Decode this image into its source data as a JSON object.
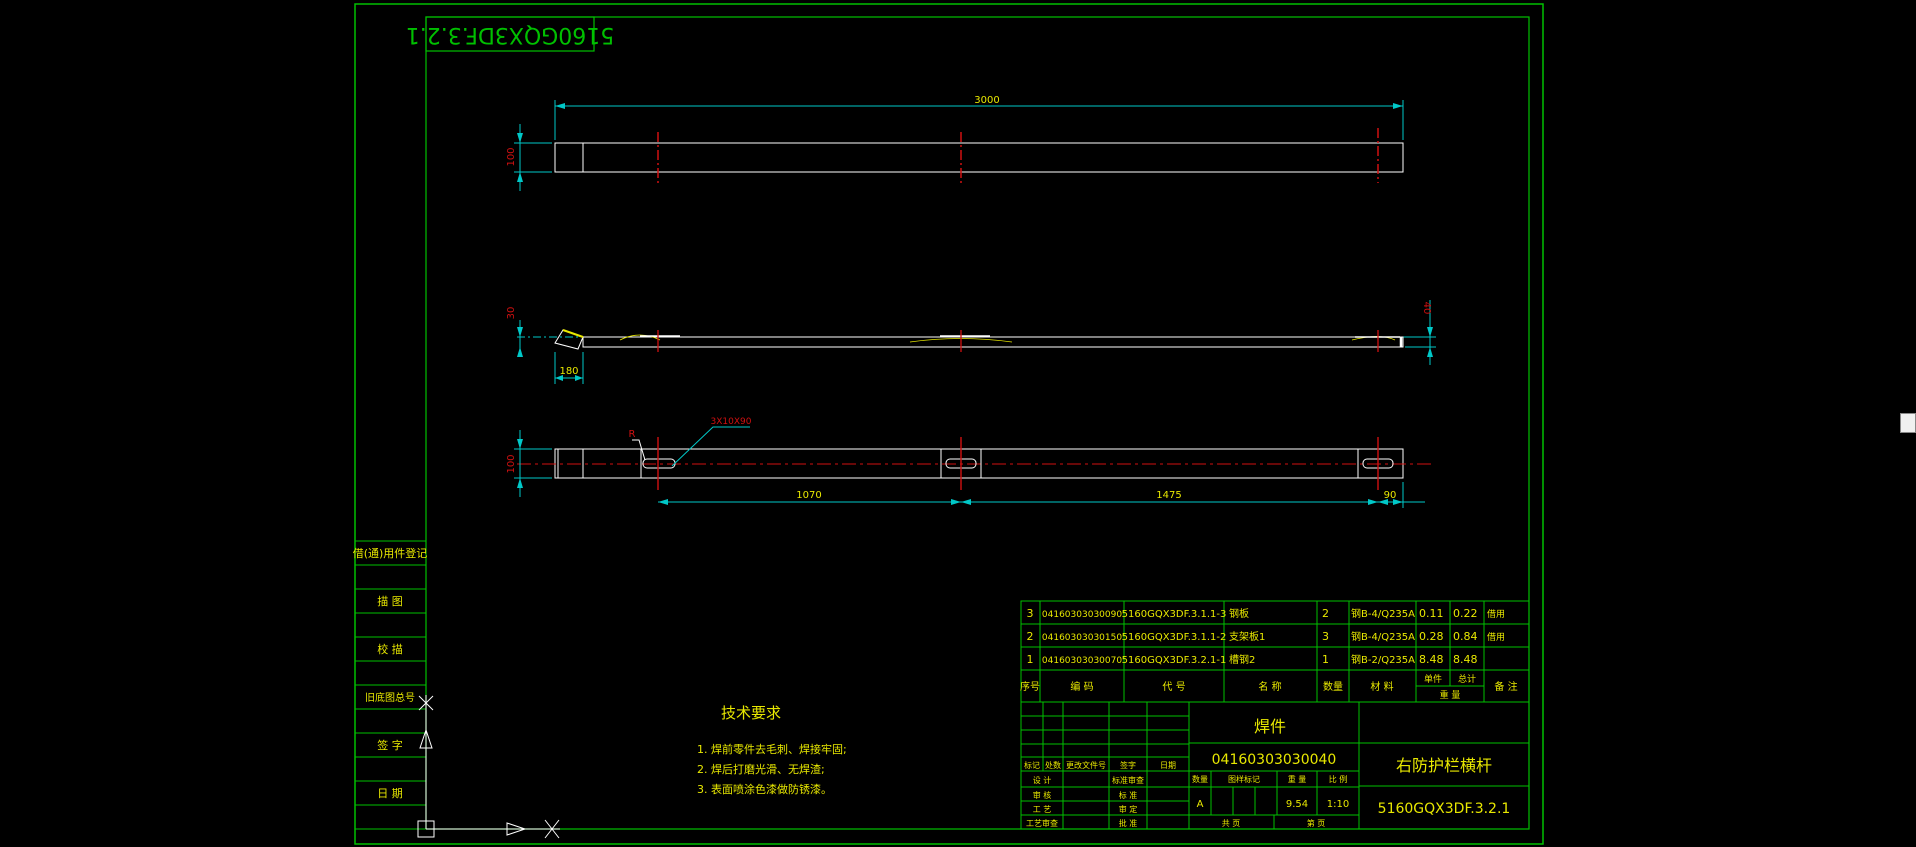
{
  "title_stamp": "5160GQX3DF.3.2.1",
  "dimensions": {
    "overall_length": "3000",
    "height_top_view": "100",
    "height_mid_left": "30",
    "height_mid_right": "40",
    "offset_mid": "180",
    "height_bottom": "100",
    "slot_label": "3X10X90",
    "radius_label": "R",
    "span_1": "1070",
    "span_2": "1475",
    "span_3": "90"
  },
  "side_labels": [
    "借(通)用件登记",
    "描  图",
    "校  描",
    "旧底图总号",
    "签  字",
    "日  期"
  ],
  "tech_requirements": {
    "title": "技术要求",
    "items": [
      "1. 焊前零件去毛刺、焊接牢固;",
      "2. 焊后打磨光滑、无焊渣;",
      "3. 表面喷涂色漆做防锈漆。"
    ]
  },
  "bom": {
    "rows": [
      {
        "no": "3",
        "code": "04160303030090",
        "drawing": "5160GQX3DF.3.1.1-3",
        "name": "钢板",
        "qty": "2",
        "material": "钢B-4/Q235A",
        "unit_wt": "0.11",
        "total_wt": "0.22",
        "note": "借用"
      },
      {
        "no": "2",
        "code": "04160303030150",
        "drawing": "5160GQX3DF.3.1.1-2",
        "name": "支架板1",
        "qty": "3",
        "material": "钢B-4/Q235A",
        "unit_wt": "0.28",
        "total_wt": "0.84",
        "note": "借用"
      },
      {
        "no": "1",
        "code": "04160303030070",
        "drawing": "5160GQX3DF.3.2.1-1",
        "name": "槽钢2",
        "qty": "1",
        "material": "钢B-2/Q235A",
        "unit_wt": "8.48",
        "total_wt": "8.48",
        "note": ""
      }
    ],
    "headers": {
      "no": "序号",
      "code": "编  码",
      "drawing": "代  号",
      "name": "名  称",
      "qty": "数量",
      "material": "材  料",
      "unit": "单件",
      "total": "总计",
      "weight": "重  量",
      "note": "备  注"
    }
  },
  "title_block": {
    "type": "焊件",
    "part_code": "04160303030040",
    "part_name": "右防护栏横杆",
    "drawing_no": "5160GQX3DF.3.2.1",
    "stage_label": "图样标记",
    "weight_label": "重  量",
    "scale_label": "比  例",
    "stage": "A",
    "weight": "9.54",
    "scale": "1:10",
    "sheet_left": "共  页",
    "sheet_right": "第  页",
    "rev_headers": [
      "标记",
      "处数",
      "更改文件号",
      "签字",
      "日期"
    ],
    "sign_rows": [
      {
        "left": "设  计",
        "right": "标准审查"
      },
      {
        "left": "审  核",
        "right": "标  准"
      },
      {
        "left": "工  艺",
        "right": "审  定"
      },
      {
        "left": "工艺审查",
        "right": "批  准"
      }
    ],
    "qty_label": "数量"
  },
  "colors": {
    "frame": "#00c000",
    "dimension": "#00c8c8",
    "centerline": "#d01010",
    "geometry": "#ffffff",
    "text_yellow": "#e8e800"
  }
}
